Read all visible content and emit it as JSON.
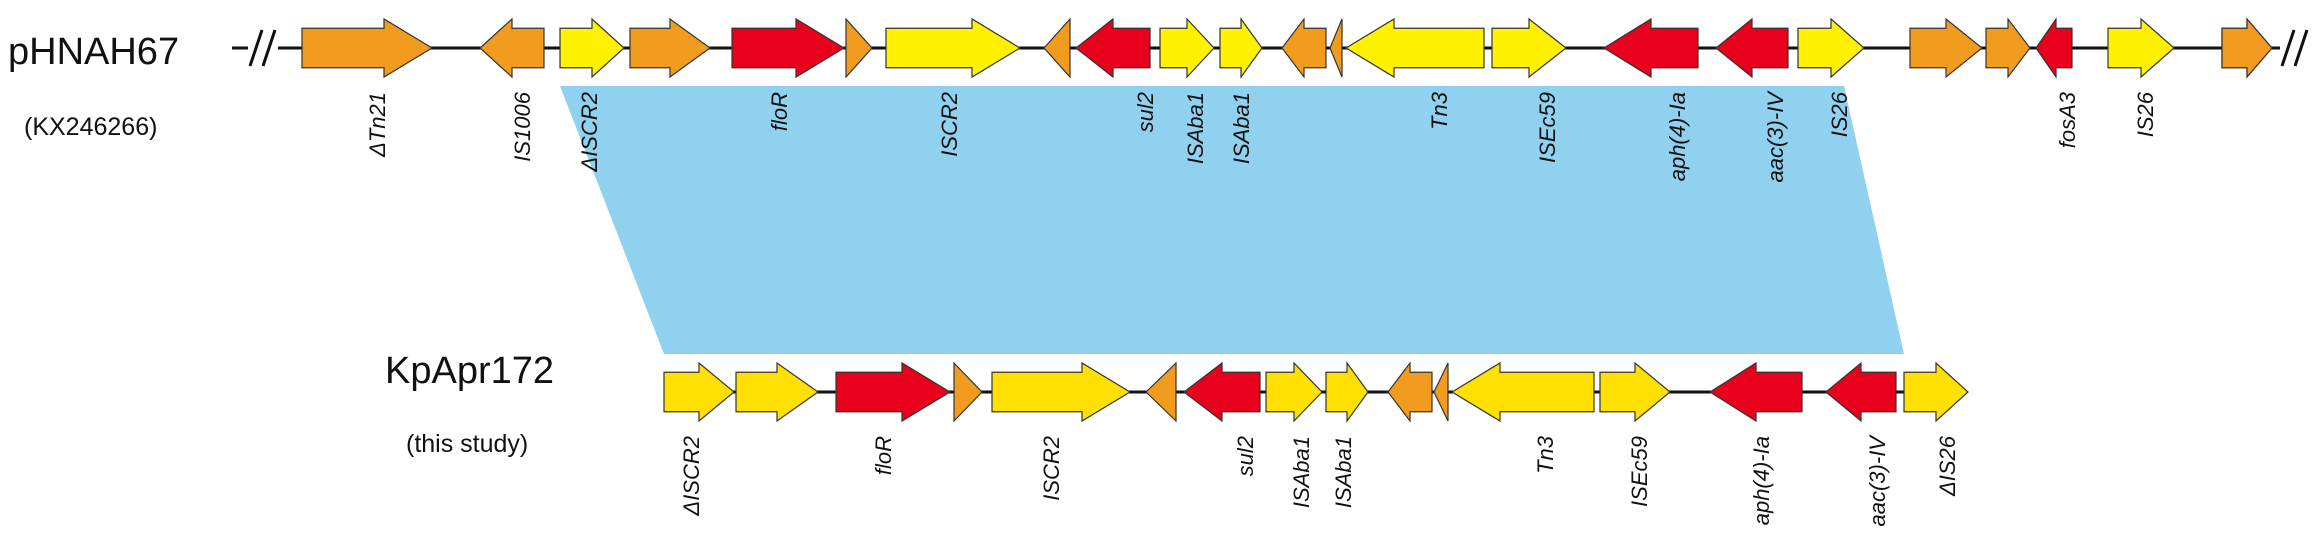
{
  "colors": {
    "orange": "#F29C1F",
    "yellow": "#FFF100",
    "yellow2": "#FFE000",
    "red": "#E8001C",
    "homology": "#8FD1EF",
    "stroke": "#333333"
  },
  "tracks": {
    "top": {
      "name": "pHNAH67",
      "accession": "(KX246266)",
      "genes": [
        {
          "label": "",
          "color": "orange",
          "dir": 1
        },
        {
          "label": "ΔTn21",
          "color": "orange",
          "dir": 1
        },
        {
          "label": "IS1006",
          "color": "orange",
          "dir": -1
        },
        {
          "label": "ΔISCR2",
          "color": "yellow",
          "dir": 1
        },
        {
          "label": "",
          "color": "orange",
          "dir": 1
        },
        {
          "label": "floR",
          "color": "red",
          "dir": 1
        },
        {
          "label": "",
          "color": "orange",
          "dir": 1
        },
        {
          "label": "ISCR2",
          "color": "yellow",
          "dir": 1
        },
        {
          "label": "",
          "color": "orange",
          "dir": -1
        },
        {
          "label": "sul2",
          "color": "red",
          "dir": -1
        },
        {
          "label": "ISAba1",
          "color": "yellow",
          "dir": 1
        },
        {
          "label": "ISAba1",
          "color": "yellow",
          "dir": 1
        },
        {
          "label": "",
          "color": "orange",
          "dir": -1
        },
        {
          "label": "",
          "color": "orange",
          "dir": -1
        },
        {
          "label": "Tn3",
          "color": "yellow",
          "dir": -1
        },
        {
          "label": "ISEc59",
          "color": "yellow",
          "dir": 1
        },
        {
          "label": "aph(4)-Ia",
          "color": "red",
          "dir": -1
        },
        {
          "label": "aac(3)-IV",
          "color": "red",
          "dir": -1
        },
        {
          "label": "IS26",
          "color": "yellow",
          "dir": 1
        },
        {
          "label": "",
          "color": "orange",
          "dir": 1
        },
        {
          "label": "",
          "color": "orange",
          "dir": 1
        },
        {
          "label": "fosA3",
          "color": "red",
          "dir": -1
        },
        {
          "label": "IS26",
          "color": "yellow",
          "dir": 1
        },
        {
          "label": "",
          "color": "orange",
          "dir": 1
        }
      ]
    },
    "bottom": {
      "name": "KpApr172",
      "subtitle": "(this study)",
      "genes": [
        {
          "label": "ΔISCR2",
          "color": "yellow2",
          "dir": 1
        },
        {
          "label": "",
          "color": "yellow2",
          "dir": 1
        },
        {
          "label": "floR",
          "color": "red",
          "dir": 1
        },
        {
          "label": "",
          "color": "orange",
          "dir": 1
        },
        {
          "label": "ISCR2",
          "color": "yellow2",
          "dir": 1
        },
        {
          "label": "",
          "color": "orange",
          "dir": -1
        },
        {
          "label": "sul2",
          "color": "red",
          "dir": -1
        },
        {
          "label": "ISAba1",
          "color": "yellow2",
          "dir": 1
        },
        {
          "label": "ISAba1",
          "color": "yellow2",
          "dir": 1
        },
        {
          "label": "",
          "color": "orange",
          "dir": -1
        },
        {
          "label": "",
          "color": "orange",
          "dir": -1
        },
        {
          "label": "Tn3",
          "color": "yellow2",
          "dir": -1
        },
        {
          "label": "ISEc59",
          "color": "yellow2",
          "dir": 1
        },
        {
          "label": "aph(4)-Ia",
          "color": "red",
          "dir": -1
        },
        {
          "label": "aac(3)-IV",
          "color": "red",
          "dir": -1
        },
        {
          "label": "ΔIS26",
          "color": "yellow2",
          "dir": 1
        }
      ]
    }
  }
}
